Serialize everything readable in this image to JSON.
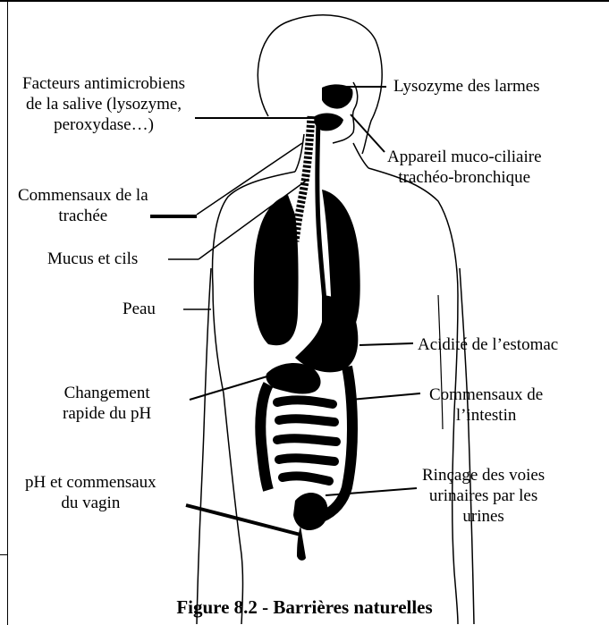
{
  "labels": {
    "salive": [
      "Facteurs antimicrobiens",
      "de la salive (lysozyme,",
      "peroxydase…)"
    ],
    "larmes": "Lysozyme des larmes",
    "mucociliaire": [
      "Appareil muco-ciliaire",
      "trachéo-bronchique"
    ],
    "commensaux_trachee": [
      "Commensaux de la",
      "trachée"
    ],
    "mucus": "Mucus et cils",
    "peau": "Peau",
    "estomac": "Acidité de l’estomac",
    "ph_change": [
      "Changement",
      "rapide du pH"
    ],
    "commensaux_intestin": [
      "Commensaux de",
      "l’intestin"
    ],
    "vagin": [
      "pH et commensaux",
      "du vagin"
    ],
    "urines": [
      "Rinçage des voies",
      "urinaires par les",
      "urines"
    ]
  },
  "caption": "Figure 8.2 - Barrières naturelles",
  "colors": {
    "ink": "#000000",
    "background": "#ffffff"
  }
}
